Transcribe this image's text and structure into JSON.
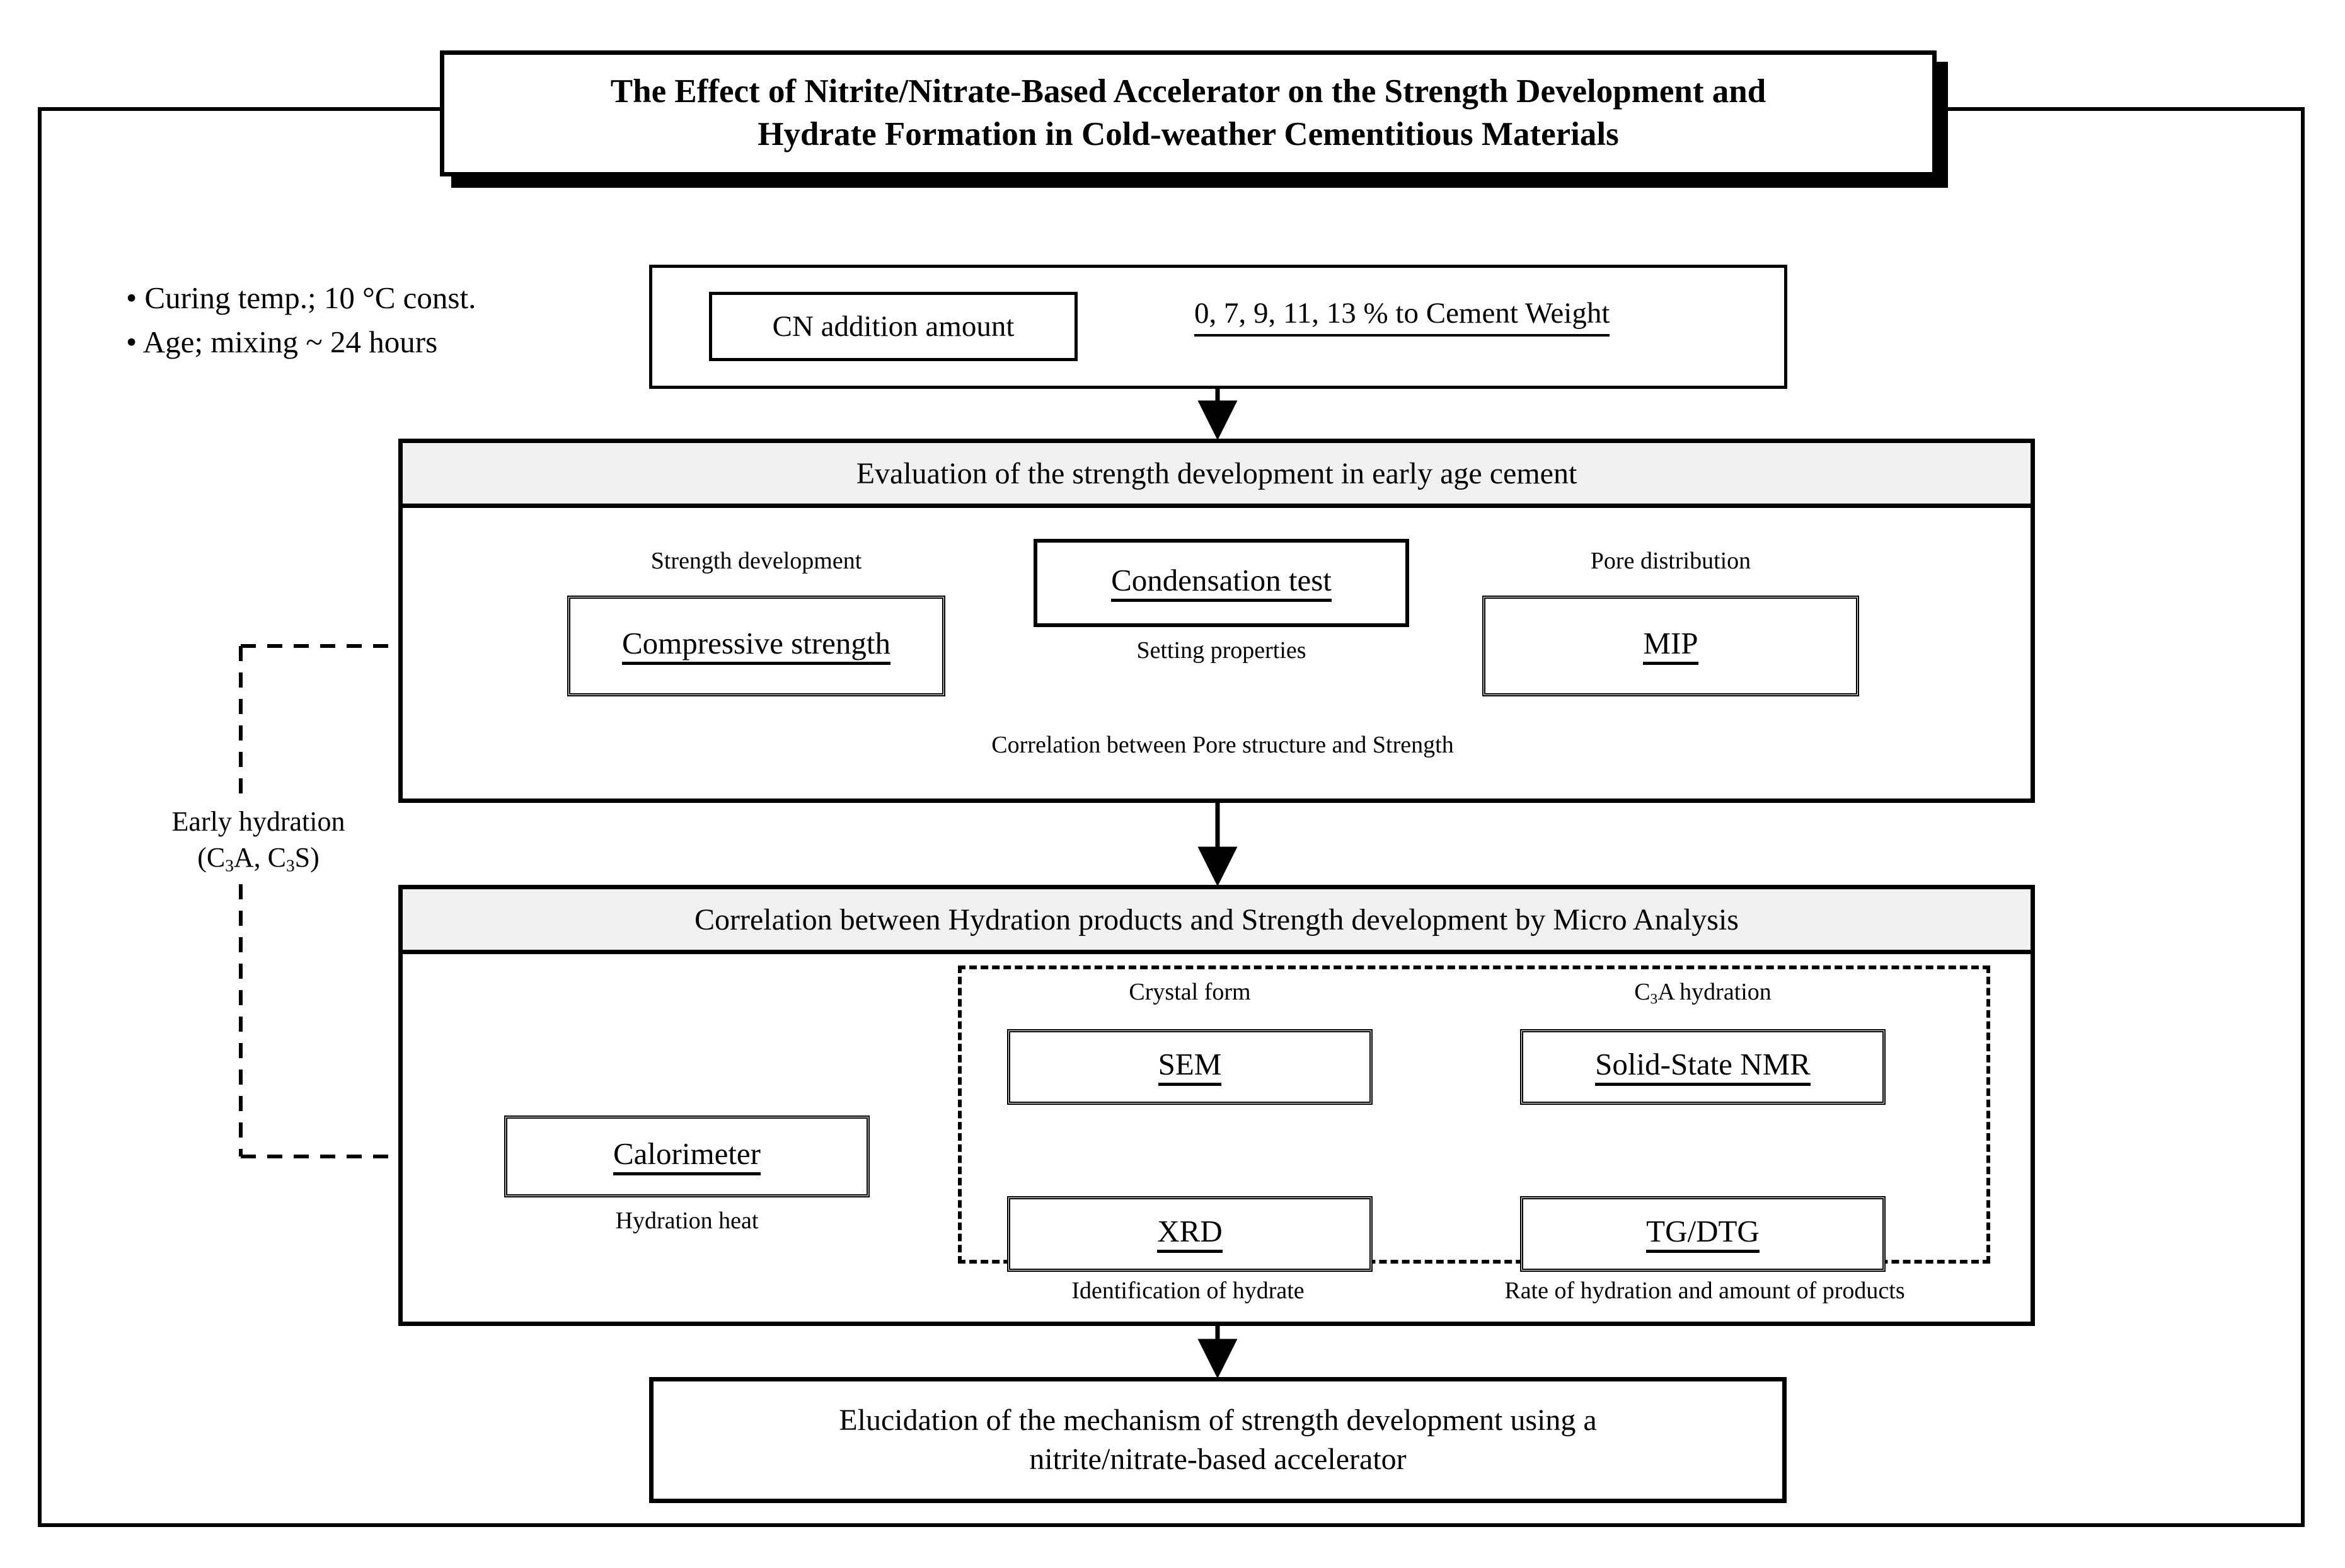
{
  "title": {
    "line1": "The Effect of Nitrite/Nitrate-Based Accelerator on the Strength Development and",
    "line2": "Hydrate Formation in Cold-weather Cementitious Materials"
  },
  "conditions": {
    "bullet1": "• Curing temp.; 10 °C const.",
    "bullet2": "• Age; mixing ~ 24 hours"
  },
  "cn": {
    "box_label": "CN addition amount",
    "value": "0, 7, 9, 11, 13 % to Cement Weight"
  },
  "panel1": {
    "header": "Evaluation of the strength development in early age cement",
    "boxes": {
      "compressive": "Compressive strength",
      "condensation": "Condensation test",
      "mip": "MIP"
    },
    "captions": {
      "strength_development": "Strength development",
      "setting_properties": "Setting properties",
      "pore_distribution": "Pore distribution",
      "correlation": "Correlation between Pore structure and Strength"
    }
  },
  "panel2": {
    "header": "Correlation between Hydration products and Strength development by Micro Analysis",
    "boxes": {
      "calorimeter": "Calorimeter",
      "sem": "SEM",
      "nmr": "Solid-State NMR",
      "xrd": "XRD",
      "tgdtg": "TG/DTG"
    },
    "captions": {
      "hydration_heat": "Hydration heat",
      "crystal_form": "Crystal form",
      "c3a_hydration_pre": "C",
      "c3a_hydration_sub": "3",
      "c3a_hydration_post": "A hydration",
      "identification": "Identification of hydrate",
      "rate": "Rate of hydration and amount of products"
    }
  },
  "early_hydration": {
    "line1": "Early hydration",
    "open": "(C",
    "sub1": "3",
    "mid": "A, C",
    "sub2": "3",
    "close": "S)"
  },
  "conclusion": {
    "line1": "Elucidation of the mechanism of strength development using a",
    "line2": "nitrite/nitrate-based accelerator"
  },
  "colors": {
    "stroke": "#000000",
    "panel_header_fill": "#f0f0f0",
    "background": "#ffffff"
  }
}
